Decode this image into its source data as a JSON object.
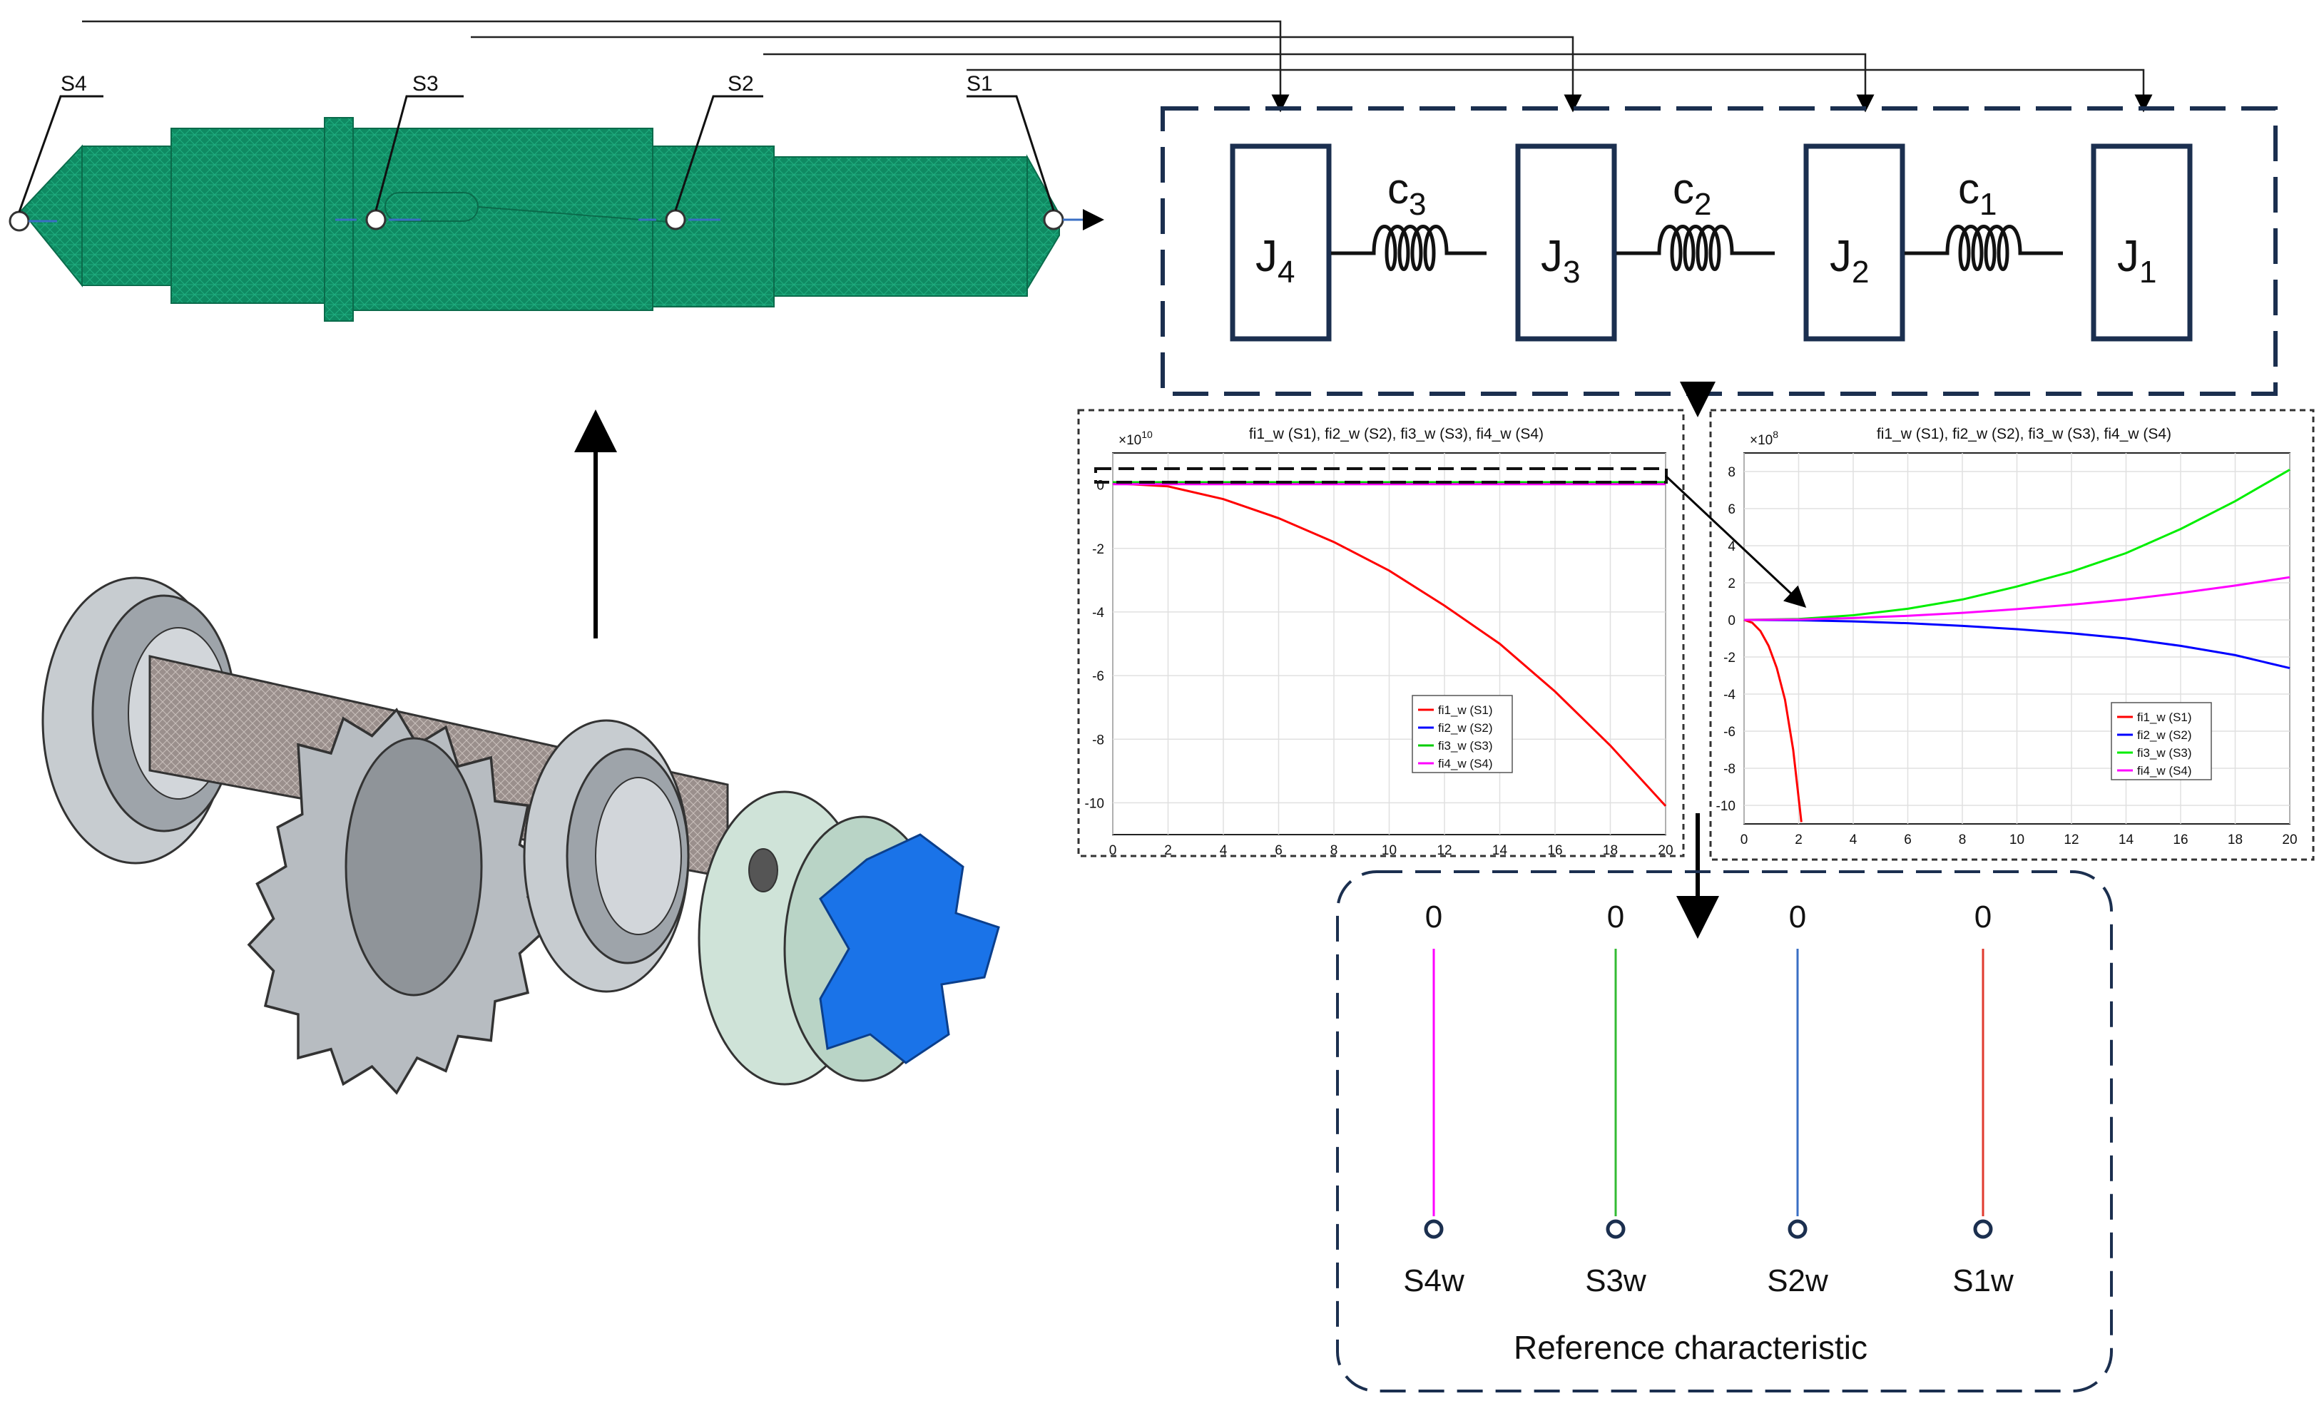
{
  "shaft": {
    "section_labels": [
      "S4",
      "S3",
      "S2",
      "S1"
    ]
  },
  "model": {
    "inertias": [
      {
        "base": "J",
        "sub": "4"
      },
      {
        "base": "J",
        "sub": "3"
      },
      {
        "base": "J",
        "sub": "2"
      },
      {
        "base": "J",
        "sub": "1"
      }
    ],
    "springs": [
      {
        "base": "c",
        "sub": "3"
      },
      {
        "base": "c",
        "sub": "2"
      },
      {
        "base": "c",
        "sub": "1"
      }
    ]
  },
  "chart_data": [
    {
      "type": "line",
      "title": "fi1_w (S1), fi2_w (S2), fi3_w (S3), fi4_w (S4)",
      "exponent": "10",
      "xlim": [
        0,
        20
      ],
      "ylim": [
        -11,
        1
      ],
      "xticks": [
        0,
        2,
        4,
        6,
        8,
        10,
        12,
        14,
        16,
        18,
        20
      ],
      "yticks": [
        0,
        -2,
        -4,
        -6,
        -8,
        -10
      ],
      "grid": true,
      "legend_position": "center-right",
      "series": [
        {
          "name": "fi1_w (S1)",
          "color": "#ff0000",
          "x": [
            0,
            2,
            4,
            6,
            8,
            10,
            12,
            14,
            16,
            18,
            20
          ],
          "y": [
            0.05,
            -0.05,
            -0.45,
            -1.05,
            -1.8,
            -2.7,
            -3.8,
            -5.0,
            -6.5,
            -8.2,
            -10.1
          ]
        },
        {
          "name": "fi2_w (S2)",
          "color": "#0000ff",
          "x": [
            0,
            20
          ],
          "y": [
            0.05,
            0.05
          ]
        },
        {
          "name": "fi3_w (S3)",
          "color": "#00cc00",
          "x": [
            0,
            20
          ],
          "y": [
            0.08,
            0.08
          ]
        },
        {
          "name": "fi4_w (S4)",
          "color": "#ff00ff",
          "x": [
            0,
            20
          ],
          "y": [
            0.02,
            0.02
          ]
        }
      ]
    },
    {
      "type": "line",
      "title": "fi1_w (S1), fi2_w (S2), fi3_w (S3), fi4_w (S4)",
      "exponent": "8",
      "xlim": [
        0,
        20
      ],
      "ylim": [
        -11,
        9
      ],
      "xticks": [
        0,
        2,
        4,
        6,
        8,
        10,
        12,
        14,
        16,
        18,
        20
      ],
      "yticks": [
        8,
        6,
        4,
        2,
        0,
        -2,
        -4,
        -6,
        -8,
        -10
      ],
      "grid": true,
      "legend_position": "bottom-right",
      "series": [
        {
          "name": "fi1_w (S1)",
          "color": "#ff0000",
          "x": [
            0,
            0.3,
            0.6,
            0.9,
            1.2,
            1.5,
            1.8,
            2.1
          ],
          "y": [
            0,
            -0.15,
            -0.6,
            -1.4,
            -2.6,
            -4.3,
            -7.0,
            -10.9
          ]
        },
        {
          "name": "fi2_w (S2)",
          "color": "#0000ff",
          "x": [
            0,
            2,
            4,
            6,
            8,
            10,
            12,
            14,
            16,
            18,
            20
          ],
          "y": [
            0,
            -0.02,
            -0.08,
            -0.18,
            -0.32,
            -0.5,
            -0.72,
            -1.0,
            -1.4,
            -1.9,
            -2.6
          ]
        },
        {
          "name": "fi3_w (S3)",
          "color": "#00ee00",
          "x": [
            0,
            2,
            4,
            6,
            8,
            10,
            12,
            14,
            16,
            18,
            20
          ],
          "y": [
            0,
            0.05,
            0.25,
            0.6,
            1.1,
            1.8,
            2.6,
            3.6,
            4.9,
            6.4,
            8.1
          ]
        },
        {
          "name": "fi4_w (S4)",
          "color": "#ff00ff",
          "x": [
            0,
            2,
            4,
            6,
            8,
            10,
            12,
            14,
            16,
            18,
            20
          ],
          "y": [
            0,
            0.02,
            0.1,
            0.22,
            0.38,
            0.58,
            0.82,
            1.1,
            1.45,
            1.85,
            2.3
          ]
        }
      ]
    }
  ],
  "reference": {
    "title": "Reference characteristic",
    "items": [
      {
        "top": "0",
        "label": "S4w",
        "color": "#ff00ff"
      },
      {
        "top": "0",
        "label": "S3w",
        "color": "#33bb33"
      },
      {
        "top": "0",
        "label": "S2w",
        "color": "#3a6fc4"
      },
      {
        "top": "0",
        "label": "S1w",
        "color": "#e03a2e"
      }
    ]
  }
}
